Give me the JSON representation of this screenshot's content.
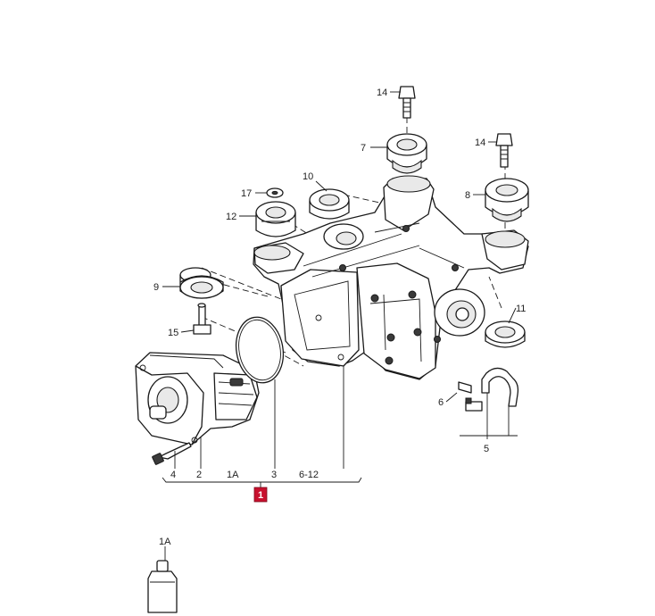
{
  "labels": {
    "p14a": "14",
    "p14b": "14",
    "p7": "7",
    "p8": "8",
    "p10": "10",
    "p17": "17",
    "p12": "12",
    "p9": "9",
    "p15": "15",
    "p11": "11",
    "p6": "6",
    "p5": "5",
    "p4": "4",
    "p2": "2",
    "p1A": "1A",
    "p3": "3",
    "p6_12": "6-12",
    "main": "1",
    "oil": "1A"
  },
  "colors": {
    "main_marker": "#c8102e"
  }
}
